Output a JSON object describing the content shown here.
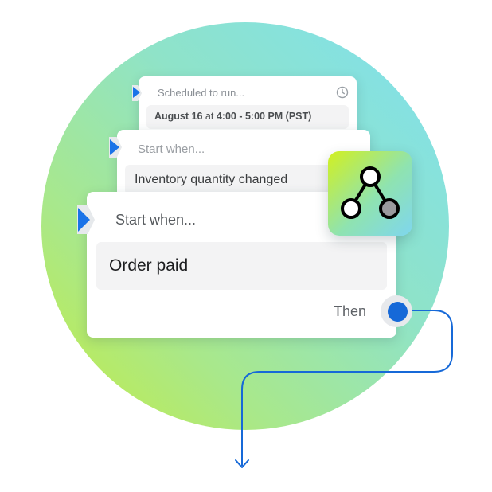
{
  "cards": {
    "schedule": {
      "label": "Scheduled to run...",
      "value_date": "August 16",
      "value_at": "at",
      "value_time": "4:00 - 5:00 PM (PST)"
    },
    "inventory": {
      "label": "Start when...",
      "value": "Inventory quantity changed"
    },
    "order": {
      "label": "Start when...",
      "value": "Order paid",
      "then_label": "Then"
    }
  },
  "icons": {
    "clock": "clock-icon",
    "workflow": "workflow-nodes-icon",
    "arrow": "arrow-down-icon"
  },
  "colors": {
    "accent": "#1a73e8",
    "connector": "#1669d8",
    "gradient_from": "#c4ec42",
    "gradient_to": "#7fe0f0"
  }
}
